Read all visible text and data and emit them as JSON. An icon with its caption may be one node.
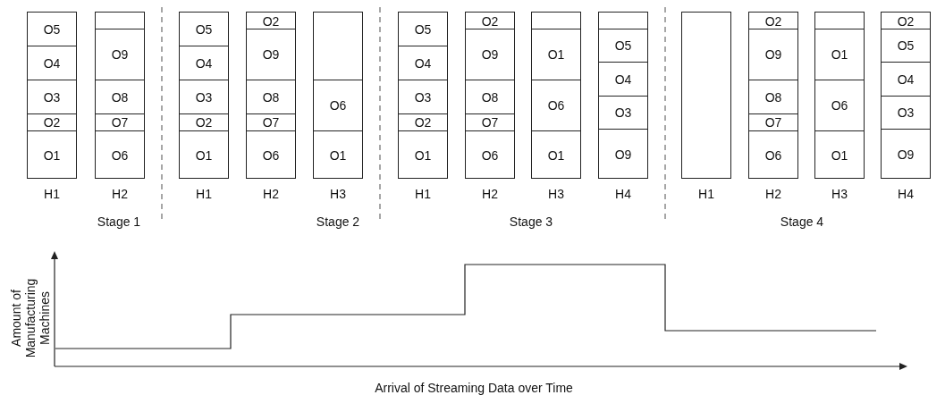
{
  "diagram": {
    "nodes": [
      {
        "text": [
          "H1"
        ]
      },
      {
        "text": [
          "O5"
        ],
        "in": 0
      },
      {
        "text": [
          "O4"
        ],
        "in": 0
      },
      {
        "text": [
          "O3"
        ],
        "in": 0
      },
      {
        "text": [
          "O2"
        ],
        "in": 0
      },
      {
        "text": [
          "O1"
        ],
        "in": 0
      },
      {
        "text": [
          "H2"
        ]
      },
      {
        "text": [
          "O9"
        ],
        "in": 6
      },
      {
        "text": [
          "O8"
        ],
        "in": 6
      },
      {
        "text": [
          "O7"
        ],
        "in": 6
      },
      {
        "text": [
          "O6"
        ],
        "in": 6
      },
      {
        "text": [
          "H1"
        ]
      },
      {
        "text": [
          "O5"
        ],
        "in": 11
      },
      {
        "text": [
          "O4"
        ],
        "in": 11
      },
      {
        "text": [
          "O3"
        ],
        "in": 11
      },
      {
        "text": [
          "O2"
        ],
        "in": 11
      },
      {
        "text": [
          "O1"
        ],
        "in": 11
      },
      {
        "text": [
          "H2"
        ]
      },
      {
        "text": [
          "O2"
        ],
        "in": 17
      },
      {
        "text": [
          "O9"
        ],
        "in": 17
      },
      {
        "text": [
          "O8"
        ],
        "in": 17
      },
      {
        "text": [
          "O7"
        ],
        "in": 17
      },
      {
        "text": [
          "O6"
        ],
        "in": 17
      },
      {
        "text": [
          "H3"
        ]
      },
      {
        "text": [
          "O6"
        ],
        "in": 23
      },
      {
        "text": [
          "O1"
        ],
        "in": 23
      },
      {
        "text": [
          "H1"
        ]
      },
      {
        "text": [
          "O5"
        ],
        "in": 26
      },
      {
        "text": [
          "O4"
        ],
        "in": 26
      },
      {
        "text": [
          "O3"
        ],
        "in": 26
      },
      {
        "text": [
          "O2"
        ],
        "in": 26
      },
      {
        "text": [
          "O1"
        ],
        "in": 26
      },
      {
        "text": [
          "H2"
        ]
      },
      {
        "text": [
          "O2"
        ],
        "in": 32
      },
      {
        "text": [
          "O9"
        ],
        "in": 32
      },
      {
        "text": [
          "O8"
        ],
        "in": 32
      },
      {
        "text": [
          "O7"
        ],
        "in": 32
      },
      {
        "text": [
          "O6"
        ],
        "in": 32
      },
      {
        "text": [
          "H3"
        ]
      },
      {
        "text": [
          "O1"
        ],
        "in": 38
      },
      {
        "text": [
          "O6"
        ],
        "in": 38
      },
      {
        "text": [
          "O1"
        ],
        "in": 38
      },
      {
        "text": [
          "H4"
        ]
      },
      {
        "text": [
          "O5"
        ],
        "in": 42
      },
      {
        "text": [
          "O4"
        ],
        "in": 42
      },
      {
        "text": [
          "O3"
        ],
        "in": 42
      },
      {
        "text": [
          "O9"
        ],
        "in": 42
      },
      {
        "text": [
          "H1"
        ]
      },
      {
        "text": [
          "H2"
        ]
      },
      {
        "text": [
          "O2"
        ],
        "in": 48
      },
      {
        "text": [
          "O9"
        ],
        "in": 48
      },
      {
        "text": [
          "O8"
        ],
        "in": 48
      },
      {
        "text": [
          "O7"
        ],
        "in": 48
      },
      {
        "text": [
          "O6"
        ],
        "in": 48
      },
      {
        "text": [
          "H3"
        ]
      },
      {
        "text": [
          "O1"
        ],
        "in": 54
      },
      {
        "text": [
          "O6"
        ],
        "in": 54
      },
      {
        "text": [
          "O1"
        ],
        "in": 54
      },
      {
        "text": [
          "H4"
        ]
      },
      {
        "text": [
          "O2"
        ],
        "in": 58
      },
      {
        "text": [
          "O5"
        ],
        "in": 58
      },
      {
        "text": [
          "O4"
        ],
        "in": 58
      },
      {
        "text": [
          "O3"
        ],
        "in": 58
      },
      {
        "text": [
          "O9"
        ],
        "in": 58
      }
    ],
    "edges": [],
    "labels": [
      "Stage 1",
      "Stage 2",
      "Stage 3",
      "Stage 4",
      "Amount of Manufacturing Machines",
      "Arrival of Streaming Data over Time"
    ]
  }
}
